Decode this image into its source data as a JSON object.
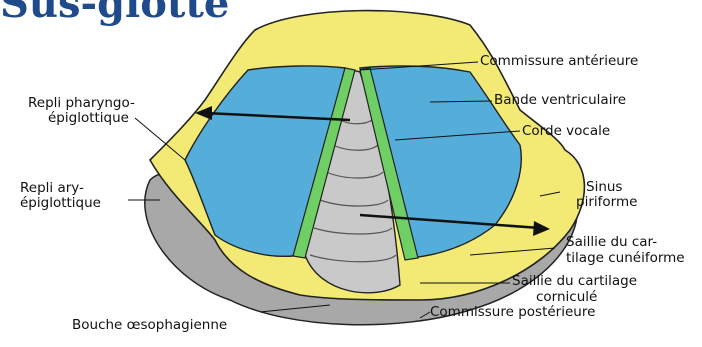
{
  "heading": "Sus-glotte",
  "colors": {
    "yellow": "#f2ea74",
    "blue": "#55aed9",
    "green": "#6fcf65",
    "grey": "#9c9c9c",
    "title": "#1f4a8c"
  },
  "labels": {
    "commissure_anterieure": "Commissure antérieure",
    "bande_ventriculaire": "Bande ventriculaire",
    "corde_vocale": "Corde vocale",
    "repli_pharyngo_1": "Repli pharyngo-",
    "repli_pharyngo_2": "épiglottique",
    "repli_ary_1": "Repli ary-",
    "repli_ary_2": "épiglottique",
    "sinus_1": "Sinus",
    "sinus_2": "piriforme",
    "saillie_cun_1": "Saillie du car-",
    "saillie_cun_2": "tilage cunéiforme",
    "saillie_cor_1": "Saillie du cartilage",
    "saillie_cor_2": "corniculé",
    "bouche": "Bouche œsophagienne",
    "commissure_posterieure": "Commissure postérieure"
  }
}
